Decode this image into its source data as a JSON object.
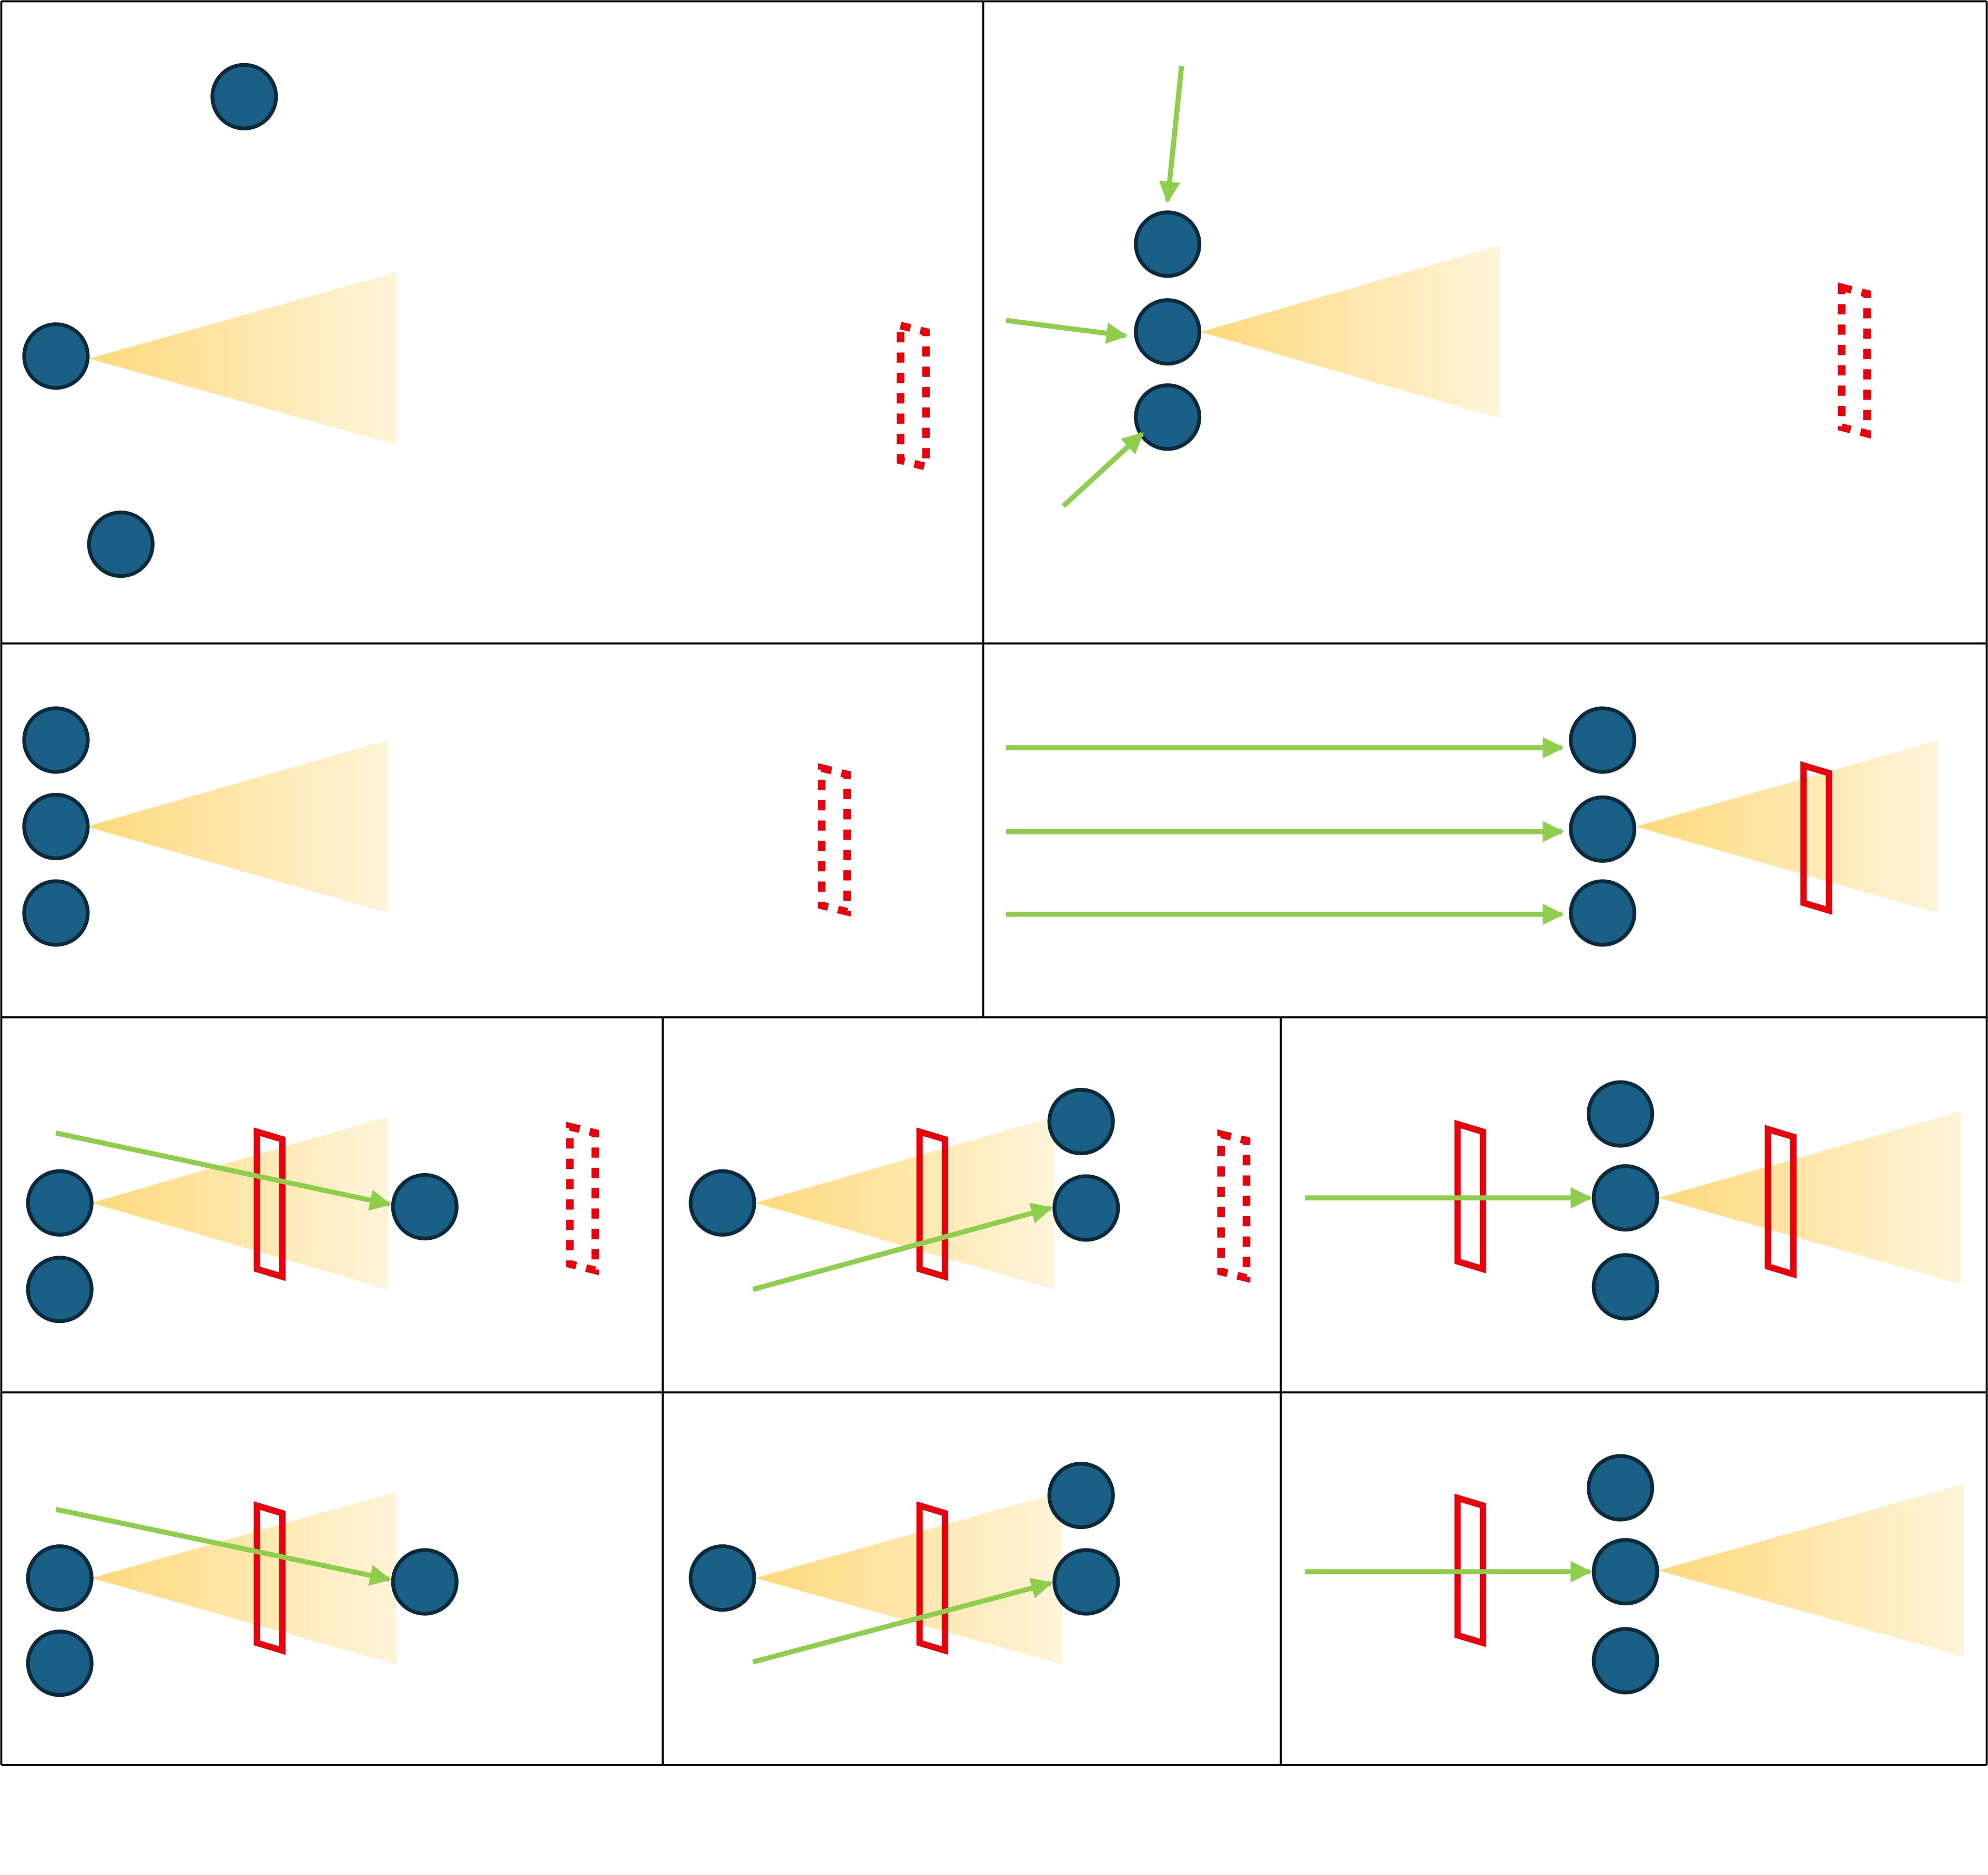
{
  "colors": {
    "background": "#ffffff",
    "grid_line": "#000000",
    "node_fill": "#1a5f85",
    "node_stroke": "#0b2a3b",
    "cone": "#fdd97a",
    "sensor": "#e8000b",
    "arrow": "#8fce4d"
  },
  "panels": [
    {
      "name": "panel-1",
      "nodes": 3,
      "arrows": 0,
      "barriers": 0,
      "dashed_sensor": true
    },
    {
      "name": "panel-2",
      "nodes": 3,
      "arrows": 3,
      "barriers": 0,
      "dashed_sensor": true
    },
    {
      "name": "panel-3",
      "nodes": 3,
      "arrows": 0,
      "barriers": 0,
      "dashed_sensor": true
    },
    {
      "name": "panel-4",
      "nodes": 3,
      "arrows": 3,
      "barriers": 1,
      "dashed_sensor": false
    },
    {
      "name": "panel-5",
      "nodes": 3,
      "arrows": 1,
      "barriers": 1,
      "dashed_sensor": true
    },
    {
      "name": "panel-6",
      "nodes": 3,
      "arrows": 1,
      "barriers": 1,
      "dashed_sensor": true
    },
    {
      "name": "panel-7",
      "nodes": 3,
      "arrows": 1,
      "barriers": 2,
      "dashed_sensor": false
    },
    {
      "name": "panel-8",
      "nodes": 3,
      "arrows": 1,
      "barriers": 1,
      "dashed_sensor": false
    },
    {
      "name": "panel-9",
      "nodes": 3,
      "arrows": 1,
      "barriers": 1,
      "dashed_sensor": false
    },
    {
      "name": "panel-10",
      "nodes": 3,
      "arrows": 1,
      "barriers": 1,
      "dashed_sensor": false
    }
  ]
}
